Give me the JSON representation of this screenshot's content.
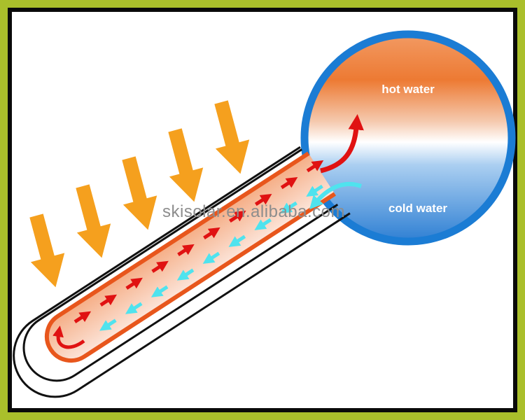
{
  "frame": {
    "border_color": "#aabf2b",
    "inner_line_color": "#0a0a0a",
    "background_color": "#ffffff"
  },
  "watermark": {
    "text": "skisolar.en.alibaba.com",
    "color": "#8d8d8d"
  },
  "tank": {
    "hot_label": "hot water",
    "cold_label": "cold water",
    "label_color": "#ffffff",
    "border_color": "#1b7cd4",
    "gradient": [
      "#f29a63",
      "#ed7a33",
      "#f5c9ae",
      "#ffffff",
      "#abcff1",
      "#2e7fd3"
    ]
  },
  "tube": {
    "glass_outline_color": "#111111",
    "absorber_border_color": "#e8561c",
    "absorber_fill_top": "#f5ad85",
    "absorber_fill_bottom": "#fce5da"
  },
  "sun": {
    "color": "#f5a01e",
    "ray_count": 5
  },
  "flows": {
    "hot_color": "#e01212",
    "cold_color": "#4fe3ee"
  }
}
